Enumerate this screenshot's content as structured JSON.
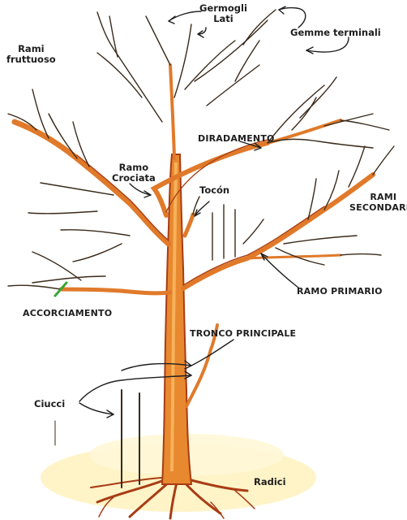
{
  "labels": {
    "germogli_lati_1": "Germogli",
    "germogli_lati_2": "Lati",
    "gemme_terminali": "Gemme terminali",
    "rami_fruttuoso_1": "Rami",
    "rami_fruttuoso_2": "fruttuoso",
    "diradamento": "DIRADAMENTO",
    "ramo_crociata_1": "Ramo",
    "ramo_crociata_2": "Crociata",
    "tocon": "Tocón",
    "rami_secondario_1": "RAMI",
    "rami_secondario_2": "SECONDARIO",
    "ramo_primario": "RAMO PRIMARIO",
    "accorciamento": "ACCORCIAMENTO",
    "tronco_principale": "TRONCO PRINCIPALE",
    "ciucci": "Ciucci",
    "radici": "Radici"
  },
  "colors": {
    "trunk_fill": "#e8882f",
    "trunk_core": "#f6b25a",
    "trunk_outline": "#a83c14",
    "twig": "#3a2a1a",
    "ground": "#fff3c2",
    "cut_mark": "#3aa635",
    "arrow": "#1e1e1e"
  }
}
